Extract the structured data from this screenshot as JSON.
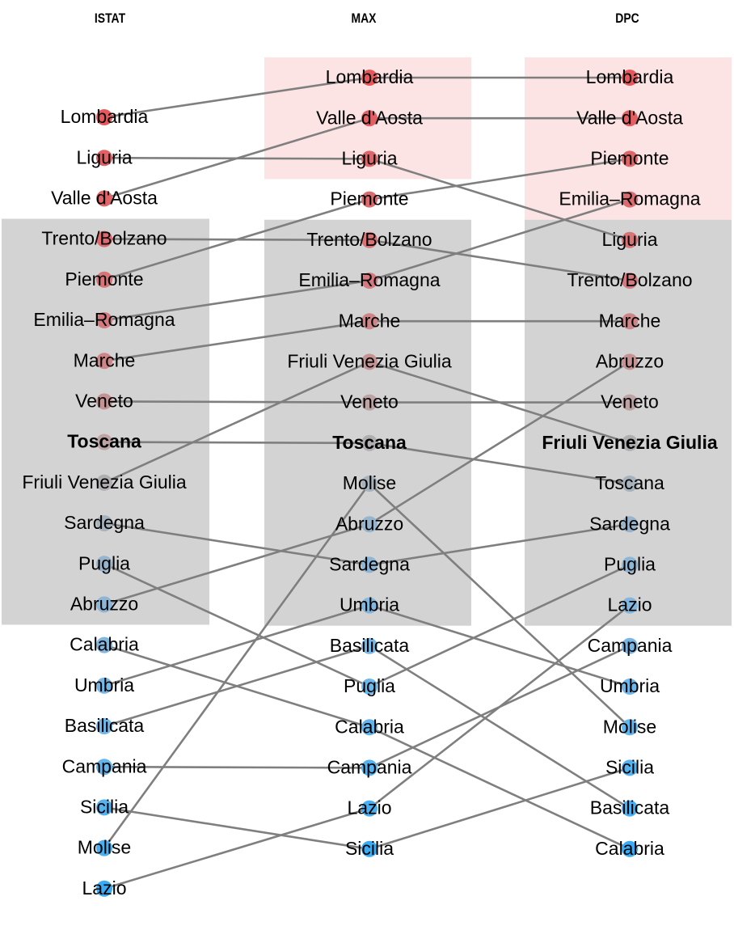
{
  "chart_data": {
    "type": "bump",
    "title": "",
    "columns": [
      "ISTAT",
      "MAX",
      "DPC"
    ],
    "rankings": {
      "ISTAT": [
        "Lombardia",
        "Liguria",
        "Valle d'Aosta",
        "Trento/Bolzano",
        "Piemonte",
        "Emilia–Romagna",
        "Marche",
        "Veneto",
        "Toscana",
        "Friuli Venezia Giulia",
        "Sardegna",
        "Puglia",
        "Abruzzo",
        "Calabria",
        "Umbria",
        "Basilicata",
        "Campania",
        "Sicilia",
        "Molise",
        "Lazio"
      ],
      "MAX": [
        "Lombardia",
        "Valle d'Aosta",
        "Liguria",
        "Piemonte",
        "Trento/Bolzano",
        "Emilia–Romagna",
        "Marche",
        "Friuli Venezia Giulia",
        "Veneto",
        "Toscana",
        "Molise",
        "Abruzzo",
        "Sardegna",
        "Umbria",
        "Basilicata",
        "Puglia",
        "Calabria",
        "Campania",
        "Lazio",
        "Sicilia"
      ],
      "DPC": [
        "Lombardia",
        "Valle d'Aosta",
        "Piemonte",
        "Emilia–Romagna",
        "Liguria",
        "Trento/Bolzano",
        "Marche",
        "Abruzzo",
        "Veneto",
        "Friuli Venezia Giulia",
        "Toscana",
        "Sardegna",
        "Puglia",
        "Lazio",
        "Campania",
        "Umbria",
        "Molise",
        "Sicilia",
        "Basilicata",
        "Calabria"
      ]
    },
    "highlight": {
      "ISTAT": "Toscana",
      "MAX": "Toscana",
      "DPC": "Friuli Venezia Giulia"
    },
    "shaded_bands": {
      "ISTAT": [
        {
          "from_rank": 4,
          "to_rank": 13,
          "color": "#d3d3d3"
        }
      ],
      "MAX": [
        {
          "from_rank": 1,
          "to_rank": 3,
          "color": "#fde4e4"
        },
        {
          "from_rank": 5,
          "to_rank": 14,
          "color": "#d3d3d3"
        }
      ],
      "DPC": [
        {
          "from_rank": 1,
          "to_rank": 4,
          "color": "#fde4e4"
        },
        {
          "from_rank": 5,
          "to_rank": 14,
          "color": "#d3d3d3"
        }
      ]
    },
    "rank_colors": [
      "#e8585a",
      "#e35f62",
      "#e06568",
      "#dc6b6f",
      "#d87376",
      "#d47a7e",
      "#ce8587",
      "#c69395",
      "#bda3a4",
      "#b0aeb1",
      "#a6b3bd",
      "#97b4cc",
      "#8cb5d6",
      "#81b6df",
      "#78b7e5",
      "#6fb7ea",
      "#63b5ee",
      "#55b2f1",
      "#48aff3",
      "#3aabf5"
    ]
  }
}
